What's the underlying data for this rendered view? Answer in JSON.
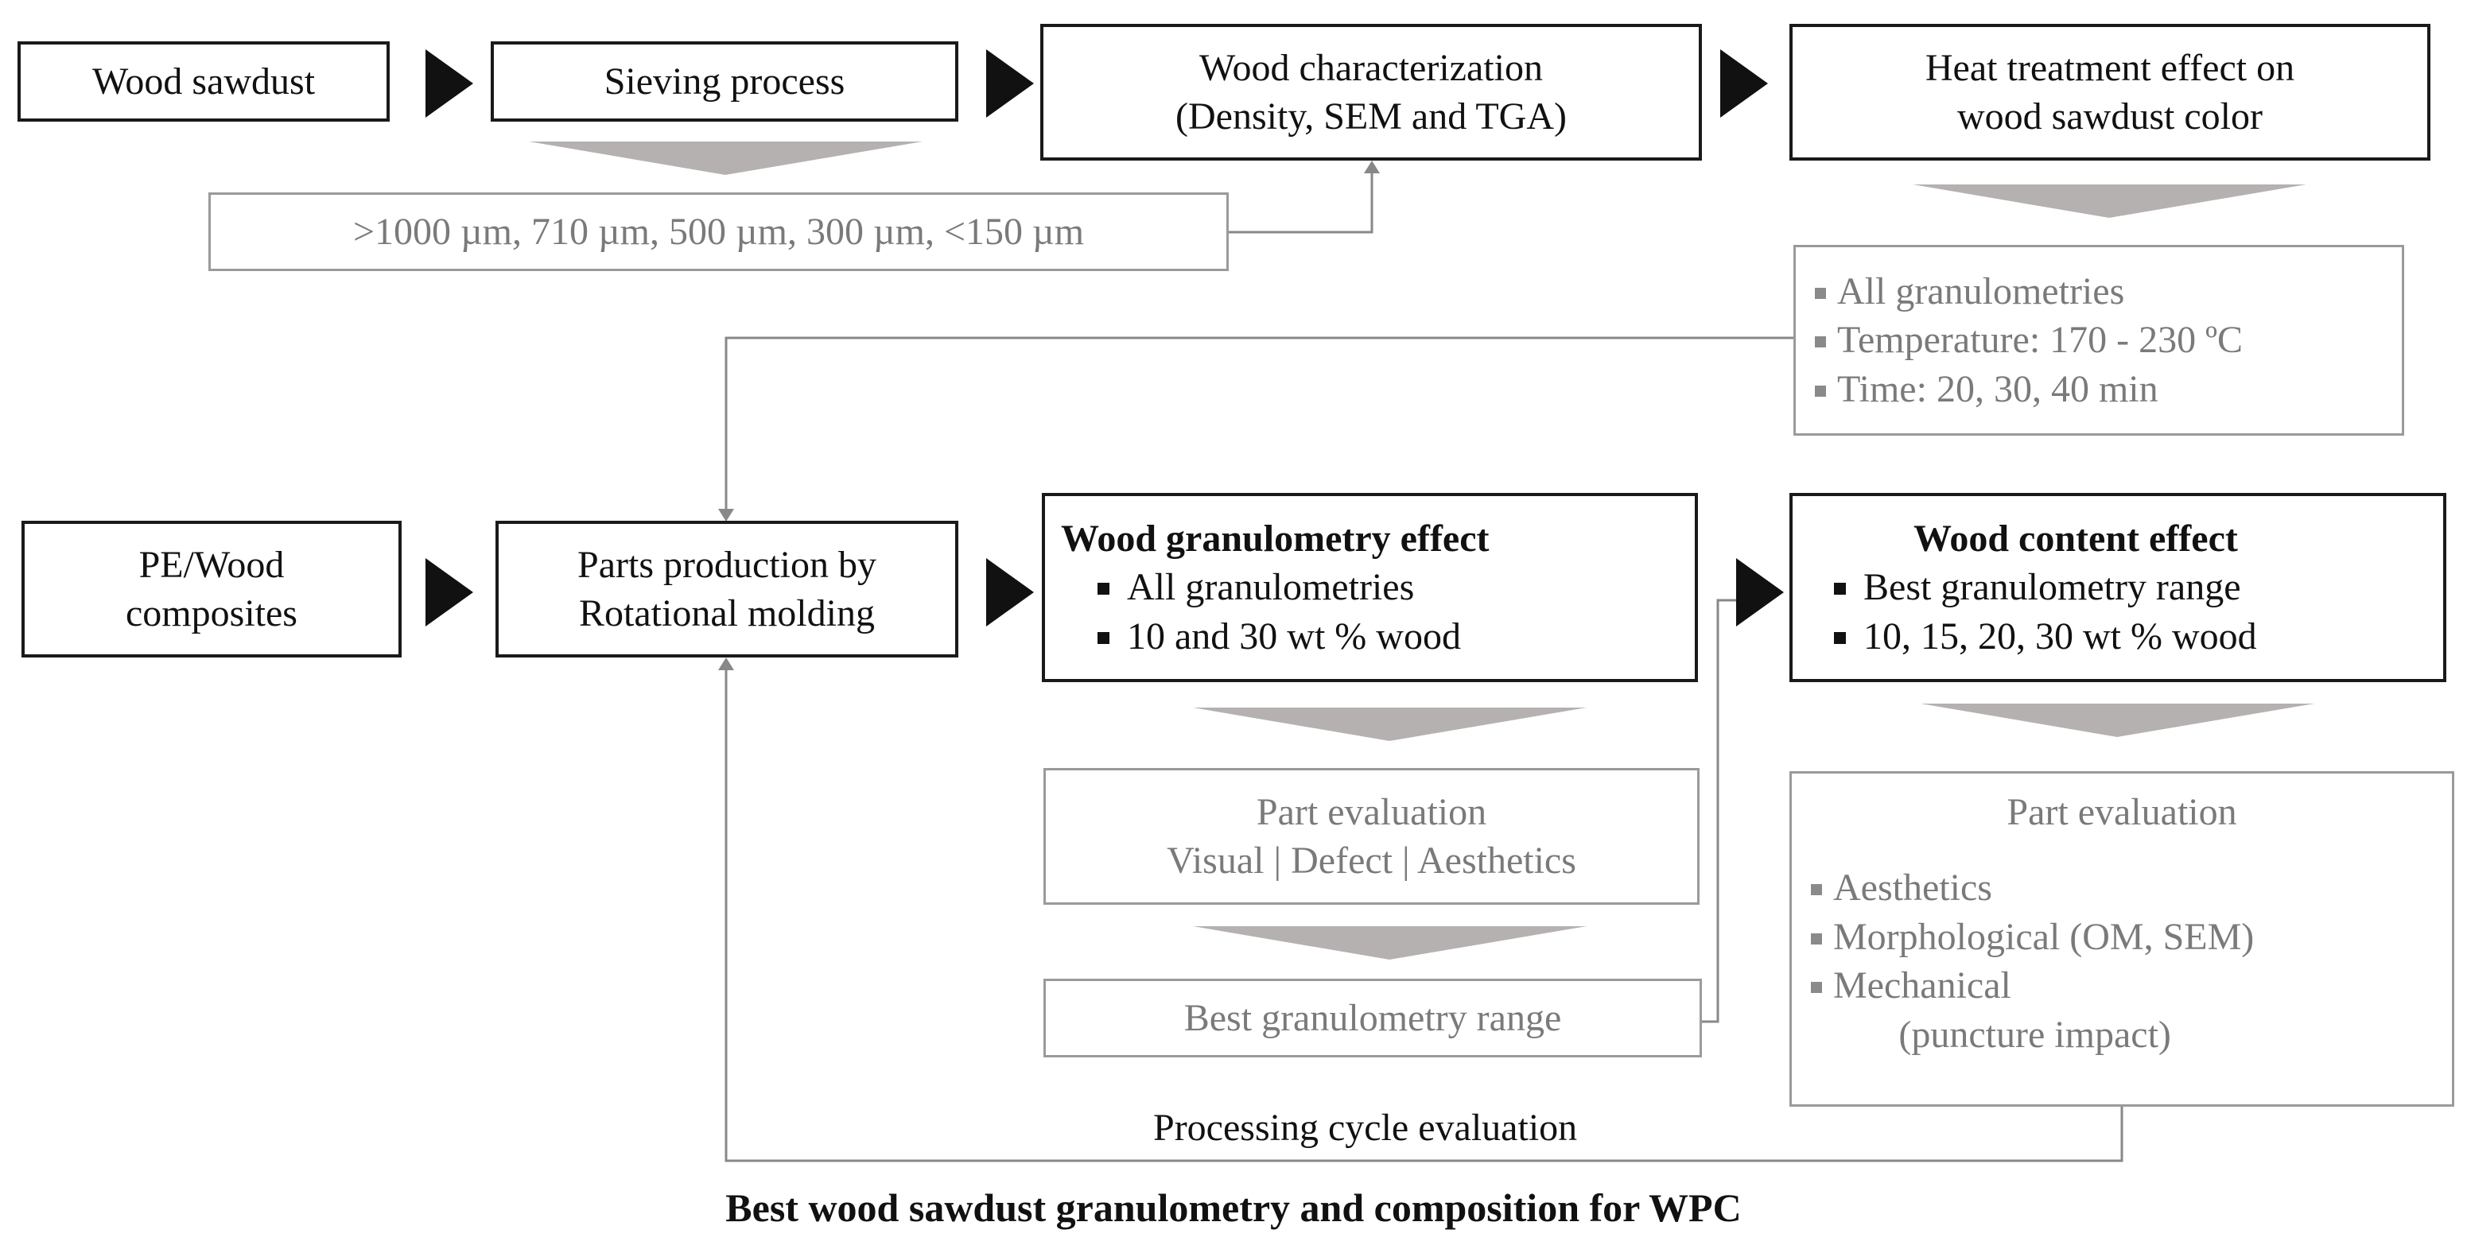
{
  "colors": {
    "dark": "#1a1a1a",
    "gray_border": "#9a9a9a",
    "gray_text": "#7a7a7a",
    "chevron": "#b5b1b1"
  },
  "boxes": {
    "wood_sawdust": "Wood sawdust",
    "sieving": "Sieving process",
    "wood_char": {
      "line1": "Wood characterization",
      "line2": "(Density, SEM and TGA)"
    },
    "heat_treatment": {
      "line1": "Heat treatment effect on",
      "line2": "wood sawdust color"
    },
    "sizes": ">1000 µm, 710 µm, 500 µm, 300 µm, <150 µm",
    "heat_params": [
      "All granulometries",
      "Temperature: 170 - 230 ºC",
      "Time: 20, 30, 40 min"
    ],
    "pe_wood": {
      "line1": "PE/Wood",
      "line2": "composites"
    },
    "parts_production": {
      "line1": "Parts production by",
      "line2": "Rotational molding"
    },
    "granulometry_effect": {
      "title": "Wood granulometry effect",
      "items": [
        "All granulometries",
        "10 and 30 wt % wood"
      ]
    },
    "content_effect": {
      "title": "Wood content effect",
      "items": [
        "Best granulometry range",
        "10, 15, 20, 30 wt % wood"
      ]
    },
    "part_eval_left": {
      "line1": "Part evaluation",
      "line2": "Visual | Defect | Aesthetics"
    },
    "best_range": "Best granulometry range",
    "part_eval_right": {
      "title": "Part evaluation",
      "items": [
        "Aesthetics",
        "Morphological (OM, SEM)",
        "Mechanical"
      ],
      "extra": "(puncture impact)"
    }
  },
  "labels": {
    "cycle": "Processing cycle evaluation",
    "conclusion": "Best wood sawdust granulometry and composition for WPC"
  }
}
